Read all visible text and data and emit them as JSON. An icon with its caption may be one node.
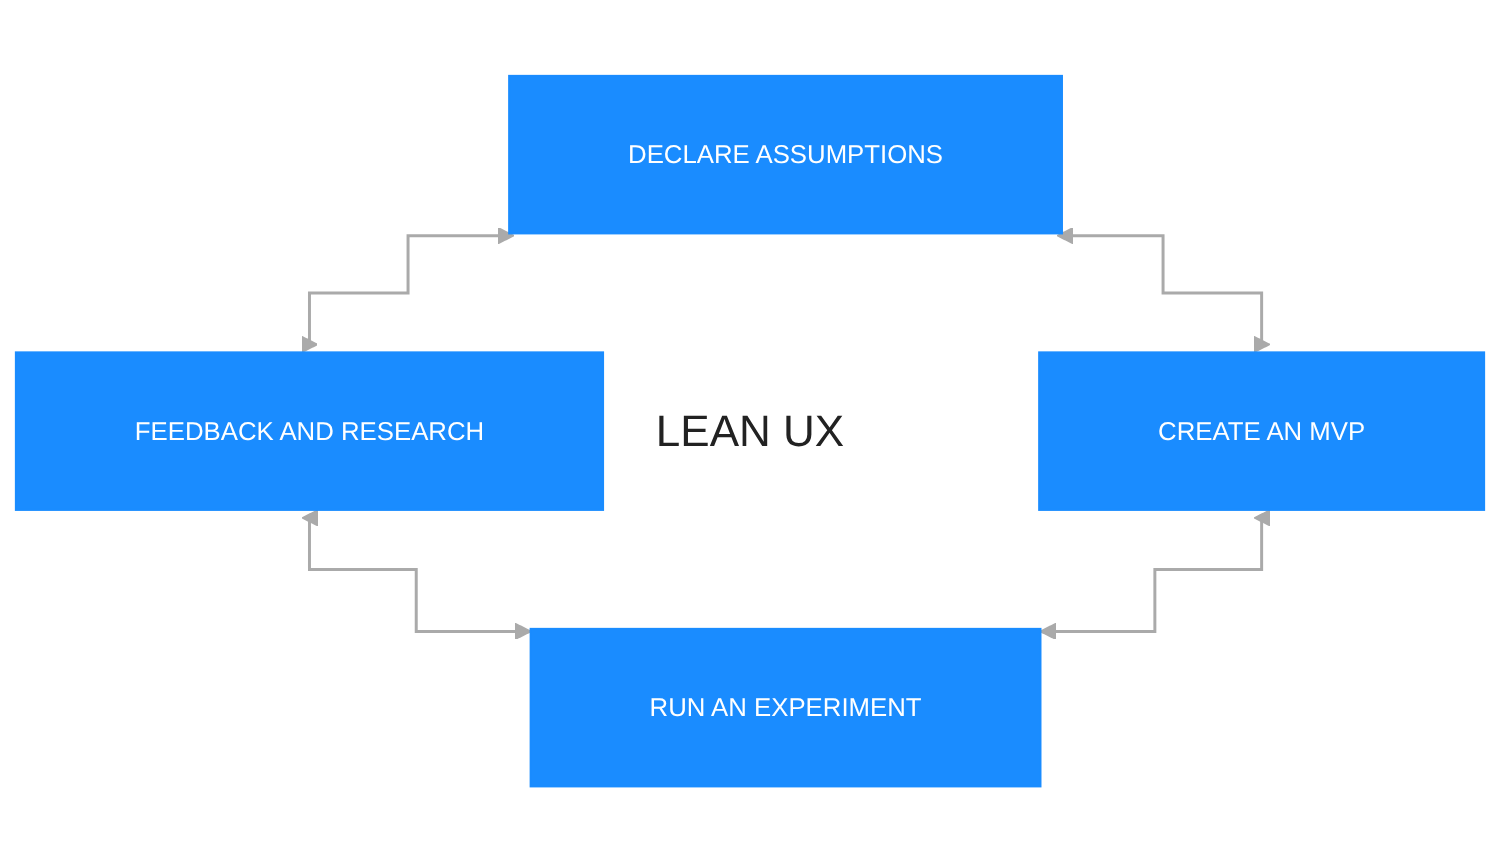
{
  "diagram": {
    "nodes": [
      {
        "text": [
          "DECLARE ASSUMPTIONS"
        ]
      },
      {
        "text": [
          "FEEDBACK AND RESEARCH"
        ]
      },
      {
        "text": [
          "CREATE AN MVP"
        ]
      },
      {
        "text": [
          "RUN AN EXPERIMENT"
        ]
      }
    ],
    "edges": [
      {
        "from": 0,
        "to": 1,
        "arrow": "both"
      },
      {
        "from": 0,
        "to": 2,
        "arrow": "both"
      },
      {
        "from": 1,
        "to": 3,
        "arrow": "both"
      },
      {
        "from": 2,
        "to": 3,
        "arrow": "both"
      }
    ],
    "labels": [
      "LEAN UX"
    ]
  }
}
